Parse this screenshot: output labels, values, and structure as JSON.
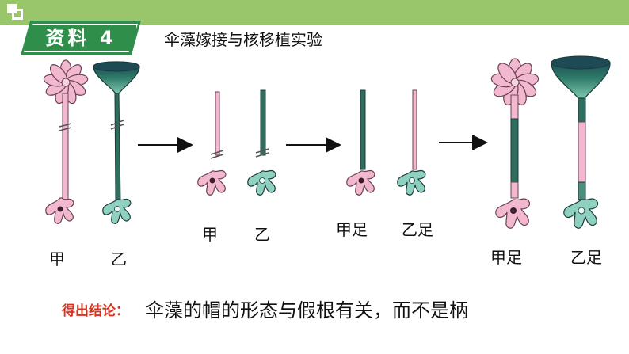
{
  "header": {
    "tag_label": "资料 4",
    "subtitle": "伞藻嫁接与核移植实验"
  },
  "colors": {
    "top_bar": "#9ac66b",
    "tag_bg": "#2f8e4a",
    "pink_alga": "#f2b8d0",
    "green_alga": "#2f6d5e",
    "conclusion_label": "#d9331f"
  },
  "labels": {
    "stage1_a": "甲",
    "stage1_b": "乙",
    "stage2_a": "甲",
    "stage2_b": "乙",
    "stage3_a": "甲足",
    "stage3_b": "乙足",
    "stage4_a": "甲足",
    "stage4_b": "乙足"
  },
  "conclusion": {
    "label": "得出结论：",
    "text": "伞藻的帽的形态与假根有关，而不是柄"
  }
}
